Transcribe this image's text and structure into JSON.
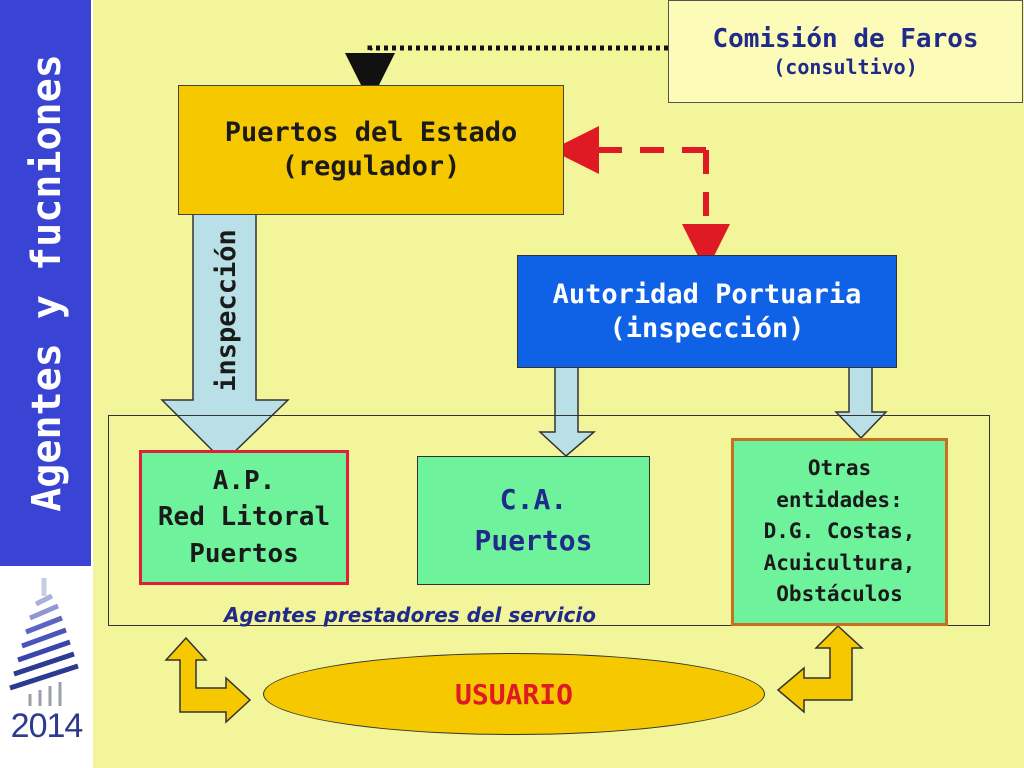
{
  "sidebar": {
    "title": "Agentes y fucniones",
    "logo_year": "2014",
    "color": "#3a44d4"
  },
  "nodes": {
    "comision": {
      "line1": "Comisión de Faros",
      "line2": "(consultivo)"
    },
    "puertos_estado": {
      "line1": "Puertos del Estado",
      "line2": "(regulador)"
    },
    "autoridad_portuaria": {
      "line1": "Autoridad Portuaria",
      "line2": "(inspección)"
    },
    "ap": {
      "line1": "A.P.",
      "line2": "Red Litoral",
      "line3": "Puertos"
    },
    "ca": {
      "line1": "C.A.",
      "line2": "Puertos"
    },
    "otras": {
      "line1": "Otras",
      "line2": "entidades:",
      "line3": "D.G. Costas,",
      "line4": "Acuicultura,",
      "line5": "Obstáculos"
    },
    "usuario": "USUARIO"
  },
  "labels": {
    "inspeccion_arrow": "inspección",
    "agentes_caption": "Agentes prestadores del servicio"
  },
  "colors": {
    "background": "#f2f59a",
    "comision_fill": "#fcfcb8",
    "puertos_fill": "#f6c800",
    "autoridad_fill": "#0f62e6",
    "agent_fill": "#6ef29c",
    "ap_border": "#e0203a",
    "otras_border": "#c87020",
    "arrow_fill": "#b8e0e6",
    "usuario_text": "#e01a24",
    "dashed_red": "#e01a24"
  },
  "edges": [
    {
      "from": "comision",
      "to": "puertos_estado",
      "style": "dotted-black"
    },
    {
      "from": "puertos_estado",
      "to": "autoridad_portuaria",
      "style": "dashed-red-bidirectional"
    },
    {
      "from": "puertos_estado",
      "to": "ap",
      "style": "block-arrow",
      "label": "inspección"
    },
    {
      "from": "autoridad_portuaria",
      "to": "ca",
      "style": "block-arrow"
    },
    {
      "from": "autoridad_portuaria",
      "to": "otras",
      "style": "block-arrow"
    },
    {
      "from": "ap",
      "to": "usuario",
      "style": "yellow-bidirectional"
    },
    {
      "from": "otras",
      "to": "usuario",
      "style": "yellow-bidirectional"
    }
  ]
}
